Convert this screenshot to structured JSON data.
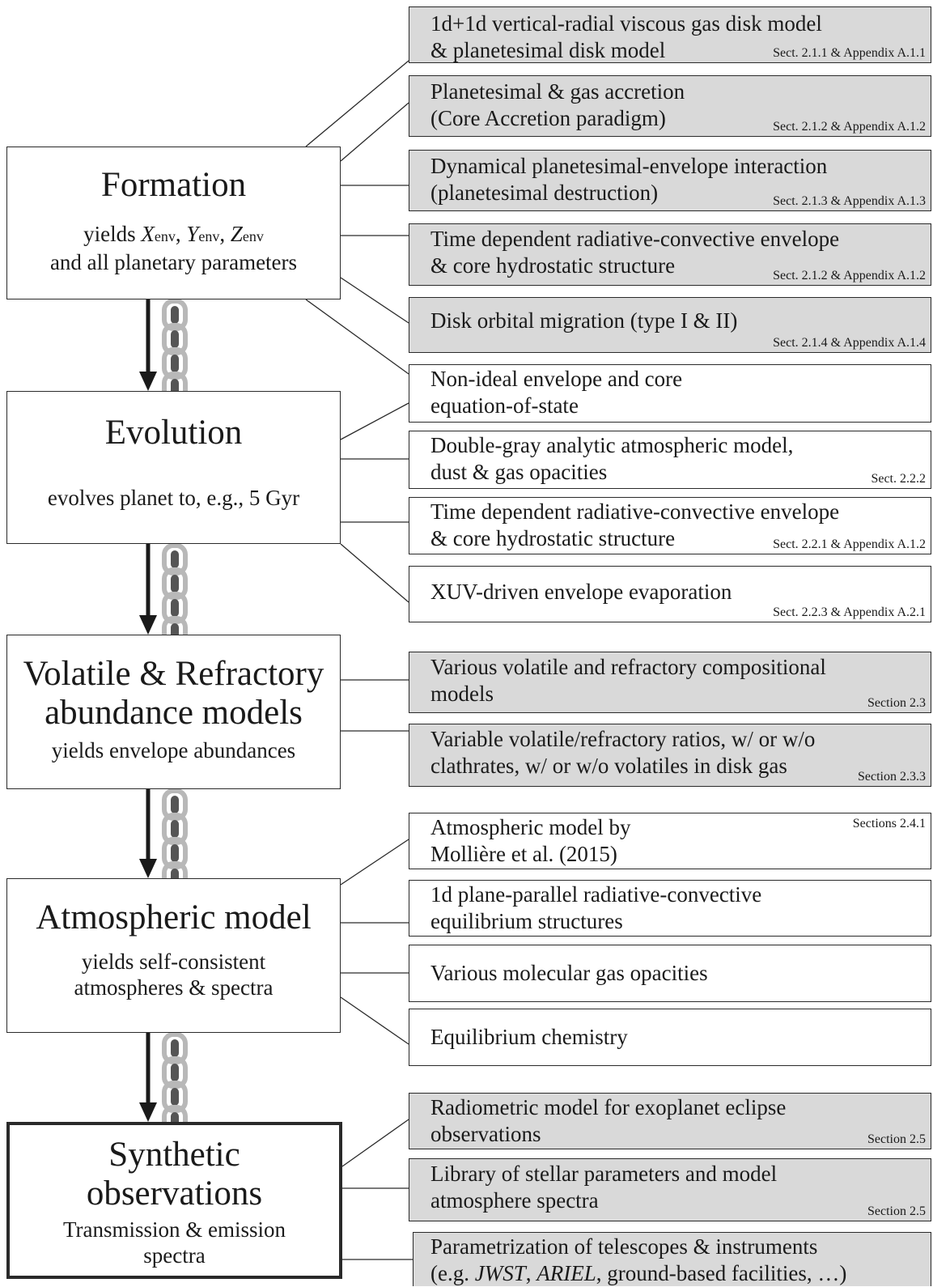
{
  "stages": [
    {
      "id": "formation",
      "title": "Formation",
      "sub_prefix": "yields ",
      "x_sym": "X",
      "x_sub": "env",
      "y_sym": "Y",
      "y_sub": "env",
      "z_sym": "Z",
      "z_sub": "env",
      "sub_line2": "and all planetary parameters"
    },
    {
      "id": "evolution",
      "title": "Evolution",
      "sub": "evolves planet to, e.g., 5 Gyr"
    },
    {
      "id": "abundance",
      "title_line1": "Volatile & Refractory",
      "title_line2": "abundance models",
      "sub": "yields envelope abundances"
    },
    {
      "id": "atmosphere",
      "title": "Atmospheric model",
      "sub_line1": "yields self-consistent",
      "sub_line2": "atmospheres & spectra"
    },
    {
      "id": "synthetic",
      "title_line1": "Synthetic",
      "title_line2": "observations",
      "sub_line1": "Transmission & emission",
      "sub_line2": "spectra"
    }
  ],
  "modules": [
    {
      "text": "1d+1d vertical-radial viscous gas disk model\n& planetesimal disk model",
      "ref": "Sect. 2.1.1 & Appendix A.1.1",
      "fill": "gray"
    },
    {
      "text": "Planetesimal & gas accretion\n(Core Accretion paradigm)",
      "ref": "Sect. 2.1.2 & Appendix A.1.2",
      "fill": "gray"
    },
    {
      "text": "Dynamical planetesimal-envelope interaction\n(planetesimal destruction)",
      "ref": "Sect. 2.1.3 & Appendix A.1.3",
      "fill": "gray"
    },
    {
      "text": "Time dependent radiative-convective envelope\n& core hydrostatic structure",
      "ref": "Sect. 2.1.2 & Appendix A.1.2",
      "fill": "gray"
    },
    {
      "text": "Disk orbital migration (type I & II)",
      "ref": "Sect. 2.1.4 & Appendix A.1.4",
      "fill": "gray"
    },
    {
      "text": "Non-ideal envelope and core\nequation-of-state",
      "ref": "",
      "fill": "white"
    },
    {
      "text": "Double-gray analytic atmospheric model,\ndust & gas opacities",
      "ref": "Sect. 2.2.2",
      "fill": "white"
    },
    {
      "text": "Time dependent radiative-convective envelope\n& core hydrostatic structure",
      "ref": "Sect. 2.2.1 & Appendix A.1.2",
      "fill": "white"
    },
    {
      "text": "XUV-driven envelope evaporation",
      "ref": "Sect. 2.2.3 & Appendix A.2.1",
      "fill": "white"
    },
    {
      "text": "Various volatile and refractory compositional\nmodels",
      "ref": "Section 2.3",
      "fill": "gray"
    },
    {
      "text": "Variable volatile/refractory ratios, w/ or w/o\nclathrates, w/ or w/o volatiles in disk gas",
      "ref": "Section 2.3.3",
      "fill": "gray"
    },
    {
      "text": "Atmospheric model by\nMollière et al. (2015)",
      "ref": "Sections 2.4.1",
      "fill": "white"
    },
    {
      "text": "1d plane-parallel radiative-convective\nequilibrium structures",
      "ref": "",
      "fill": "white"
    },
    {
      "text": "Various molecular gas opacities",
      "ref": "",
      "fill": "white"
    },
    {
      "text": "Equilibrium chemistry",
      "ref": "",
      "fill": "white"
    },
    {
      "text": "Radiometric model for exoplanet eclipse\nobservations",
      "ref": "Section 2.5",
      "fill": "gray"
    },
    {
      "text": "Library of stellar parameters and model\natmosphere spectra",
      "ref": "Section 2.5",
      "fill": "gray"
    },
    {
      "text_pre": "Parametrization of telescopes & instruments\n(e.g. ",
      "text_i1": "JWST",
      "text_mid": ", ",
      "text_i2": "ARIEL",
      "text_post": ", ground-based facilities, …)",
      "ref": "",
      "fill": "gray"
    }
  ],
  "colors": {
    "module_gray": "#d9d9d9",
    "border": "#2a2a2a",
    "chain": "#9a9a9a",
    "arrow": "#1a1a1a"
  }
}
